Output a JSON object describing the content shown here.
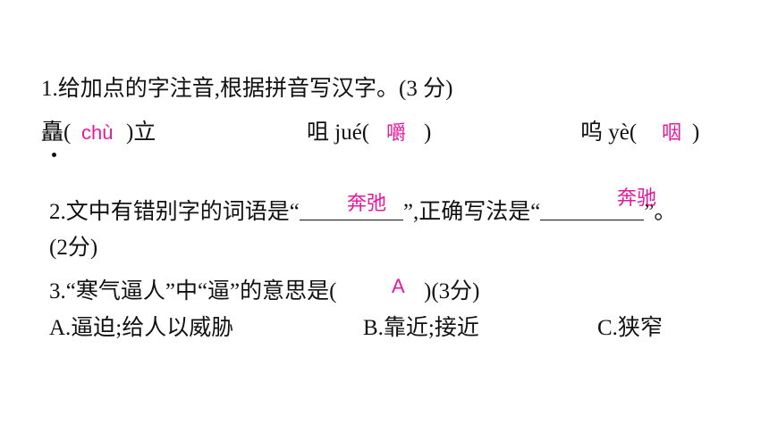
{
  "q1": {
    "heading": "1.给加点的字注音,根据拼音写汉字。(3 分)",
    "item1": {
      "pre": "矗(",
      "answer": "chù",
      "post": ")立"
    },
    "item2": {
      "pre": "咀 jué(",
      "answer": "嚼",
      "post": ")"
    },
    "item3": {
      "pre": "呜 yè(",
      "answer": "咽",
      "post": ")"
    }
  },
  "q2": {
    "text_a": "2.文中有错别字的词语是“",
    "text_b": "”,正确写法是“",
    "text_c": "”。",
    "answer1": "奔弛",
    "answer2": "奔驰",
    "score": "(2分)"
  },
  "q3": {
    "text_a": "3.“寒气逼人”中“逼”的意思是(",
    "answer": "A",
    "text_b": ")(3分)",
    "option_a": "A.逼迫;给人以威胁",
    "option_b": "B.靠近;接近",
    "option_c": "C.狭窄"
  },
  "colors": {
    "answer": "#e8189c",
    "text": "#111111"
  }
}
